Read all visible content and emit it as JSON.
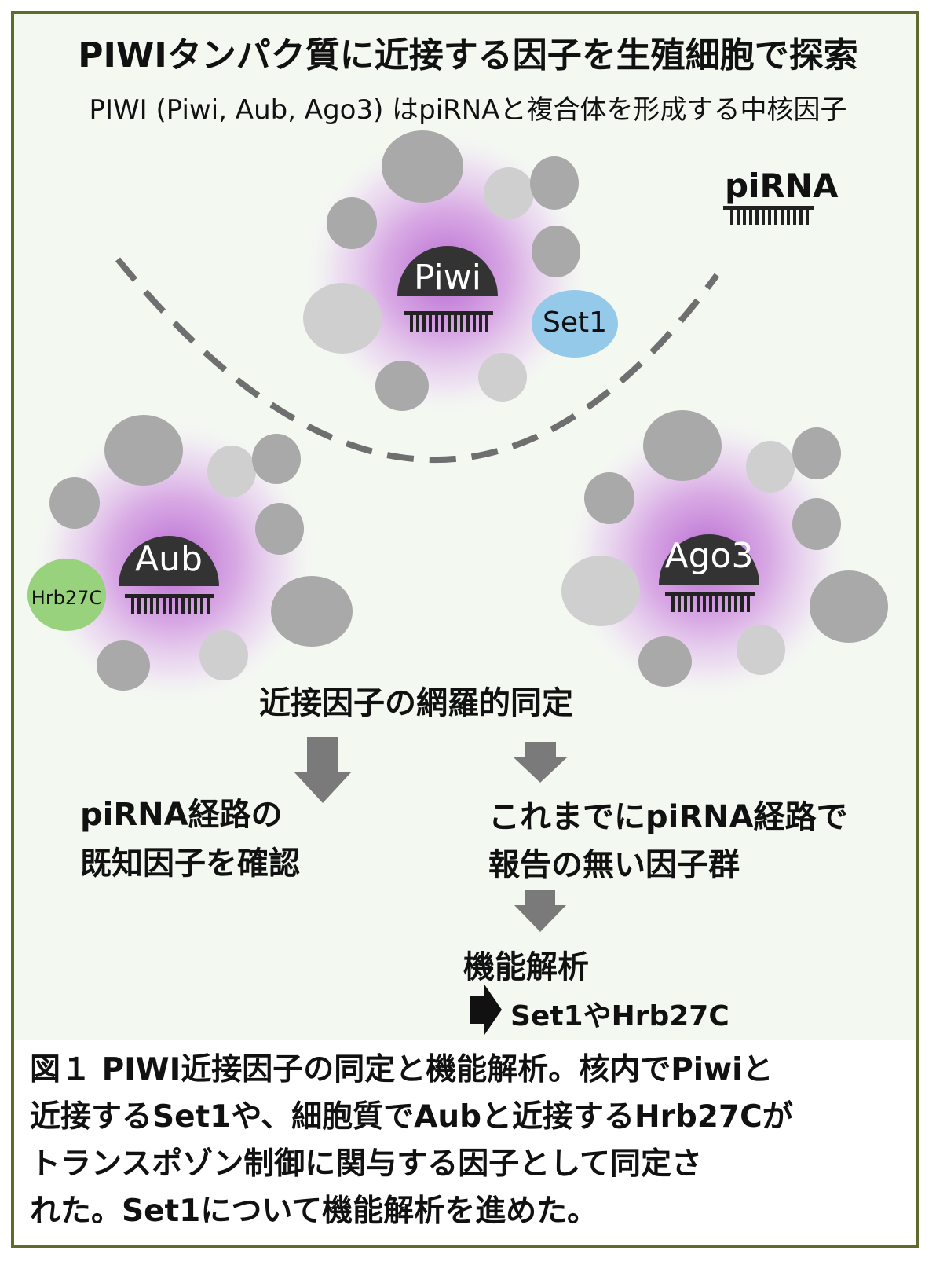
{
  "title": "PIWIタンパク質に近接する因子を生殖細胞で探索",
  "subtitle": "PIWI (Piwi, Aub, Ago3) はpiRNAと複合体を形成する中核因子",
  "diagram": {
    "pirna_label": "piRNA",
    "complexes": {
      "piwi": {
        "protein": "Piwi",
        "partner": "Set1"
      },
      "aub": {
        "protein": "Aub",
        "partner": "Hrb27C"
      },
      "ago3": {
        "protein": "Ago3"
      }
    },
    "identification_label": "近接因子の網羅的同定",
    "left_result": [
      "piRNA経路の",
      "既知因子を確認"
    ],
    "right_result": [
      "これまでにpiRNA経路で",
      "報告の無い因子群"
    ],
    "analysis_label": "機能解析",
    "analysis_result": "Set1やHrb27C"
  },
  "caption_lines": [
    "図１ PIWI近接因子の同定と機能解析。核内でPiwiと",
    "近接するSet1や、細胞質でAubと近接するHrb27Cが",
    "トランスポゾン制御に関与する因子として同定さ",
    "れた。Set1について機能解析を進めた。"
  ],
  "colors": {
    "border": "#5e6b2b",
    "panel_background": "#f3f8f1",
    "condensate_glow": "#c98bdc",
    "protein_body": "#333333",
    "set1": "#94c9e9",
    "hrb27c": "#98d27c",
    "arrow": "#7a7a7a"
  }
}
